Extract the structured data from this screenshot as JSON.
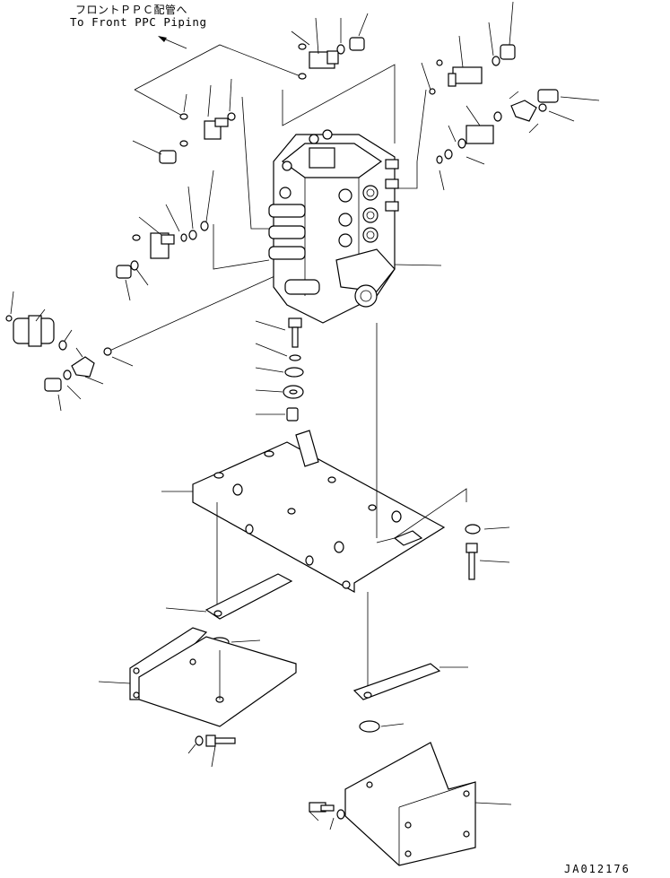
{
  "title_jp": "フロントＰＰＣ配管へ",
  "title_en": "To Front PPC Piping",
  "drawing_code": "JA012176",
  "colors": {
    "line": "#000000",
    "background": "#ffffff"
  }
}
